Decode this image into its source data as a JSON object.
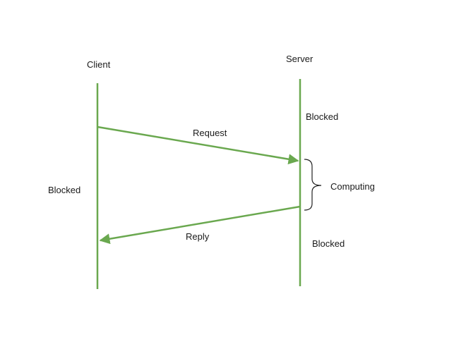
{
  "participants": {
    "client": "Client",
    "server": "Server"
  },
  "messages": {
    "request": "Request",
    "reply": "Reply"
  },
  "states": {
    "client_blocked": "Blocked",
    "server_blocked_before": "Blocked",
    "server_computing": "Computing",
    "server_blocked_after": "Blocked"
  },
  "colors": {
    "lifeline": "#6aa84f",
    "arrow": "#6aa84f",
    "text": "#1a1a1a"
  }
}
